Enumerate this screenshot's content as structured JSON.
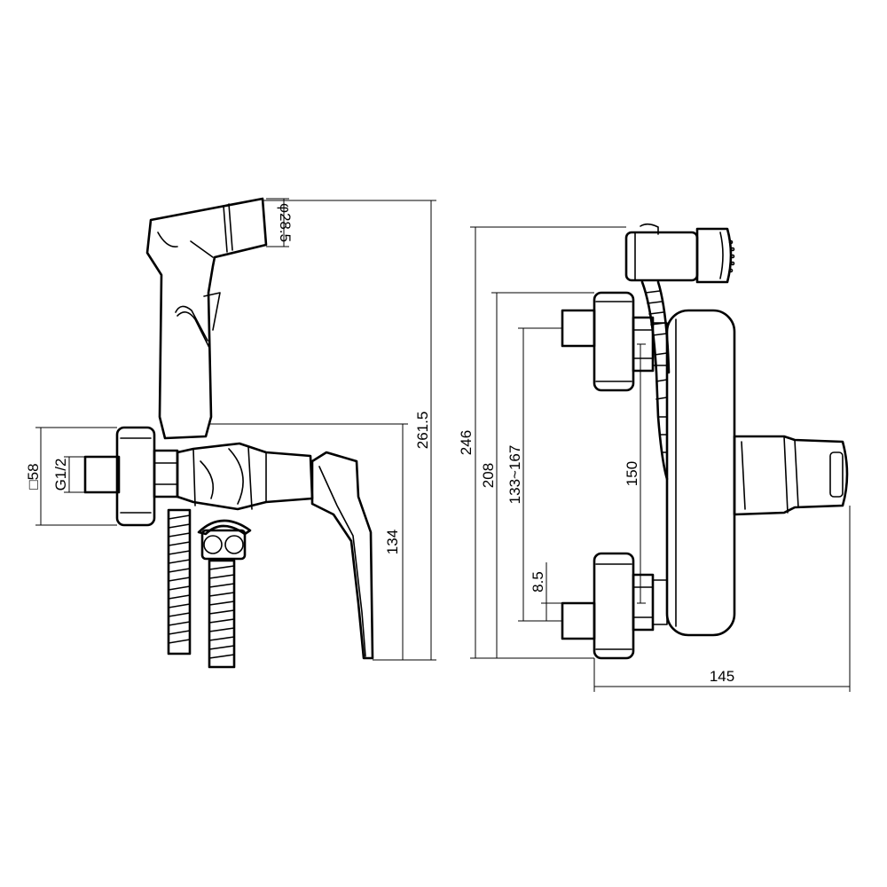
{
  "dimensions": {
    "overall_height": "261.5",
    "sprayer_diameter": "φ28.5",
    "body_square": "□58",
    "thread": "G1/2",
    "lever_height": "134",
    "total_height": "246",
    "plate_height": "208",
    "center_range": "133~167",
    "center_distance": "150",
    "offset": "8.5",
    "total_width": "145"
  }
}
